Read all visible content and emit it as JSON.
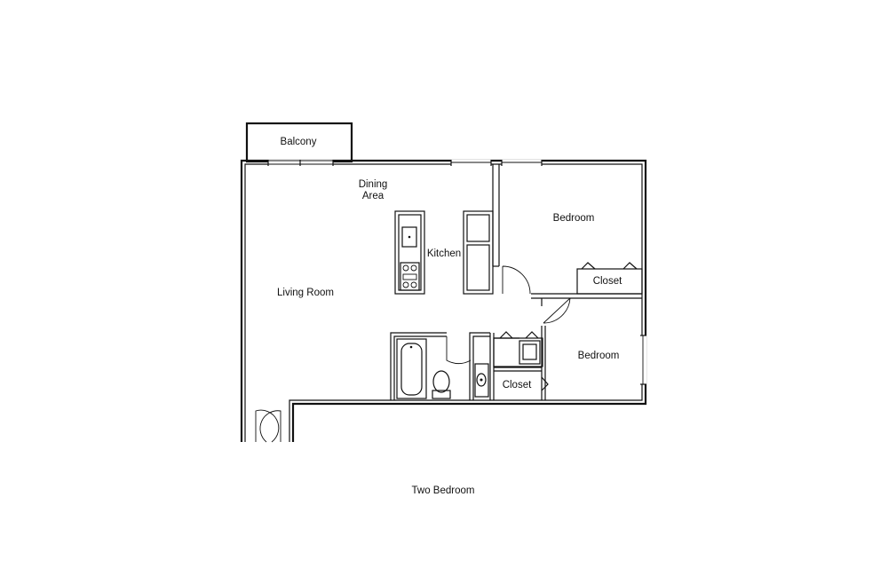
{
  "plan": {
    "caption": "Two Bedroom",
    "rooms": {
      "balcony": "Balcony",
      "dining_line1": "Dining",
      "dining_line2": "Area",
      "kitchen": "Kitchen",
      "living_room": "Living Room",
      "bedroom_top": "Bedroom",
      "bedroom_bottom": "Bedroom",
      "closet_top": "Closet",
      "closet_bottom": "Closet"
    }
  },
  "colors": {
    "line": "#111111",
    "background": "#ffffff"
  }
}
